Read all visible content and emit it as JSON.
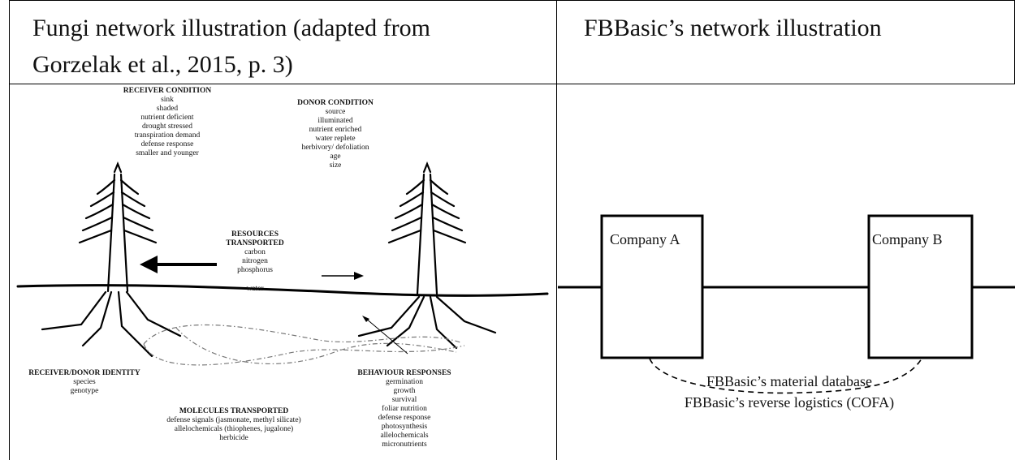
{
  "headers": {
    "left_line1": "Fungi network illustration (adapted from",
    "left_line2": "Gorzelak et al., 2015, p. 3)",
    "right": "FBBasic’s network illustration"
  },
  "fungi_diagram": {
    "receiver_condition": {
      "title": "RECEIVER CONDITION",
      "items": [
        "sink",
        "shaded",
        "nutrient deficient",
        "drought stressed",
        "transpiration demand",
        "defense response",
        "smaller and younger"
      ]
    },
    "donor_condition": {
      "title": "DONOR CONDITION",
      "items": [
        "source",
        "illuminated",
        "nutrient enriched",
        "water replete",
        "herbivory/ defoliation",
        "age",
        "size"
      ]
    },
    "resources_transported": {
      "title_line1": "RESOURCES",
      "title_line2": "TRANSPORTED",
      "items": [
        "carbon",
        "nitrogen",
        "phosphorus",
        "water"
      ]
    },
    "receiver_donor_identity": {
      "title": "RECEIVER/DONOR IDENTITY",
      "items": [
        "species",
        "genotype"
      ]
    },
    "molecules_transported": {
      "title": "MOLECULES TRANSPORTED",
      "items": [
        "defense signals (jasmonate, methyl silicate)",
        "allelochemicals  (thiophenes, jugalone)",
        "herbicide"
      ]
    },
    "behaviour_responses": {
      "title": "BEHAVIOUR RESPONSES",
      "items": [
        "germination",
        "growth",
        "survival",
        "foliar nutrition",
        "defense response",
        "photosynthesis",
        "allelochemicals",
        "micronutrients"
      ]
    }
  },
  "fbbasic_diagram": {
    "company_a": "Company A",
    "company_b": "Company B",
    "link_label_1": "FBBasic’s material database",
    "link_label_2": "FBBasic’s reverse logistics (COFA)"
  }
}
